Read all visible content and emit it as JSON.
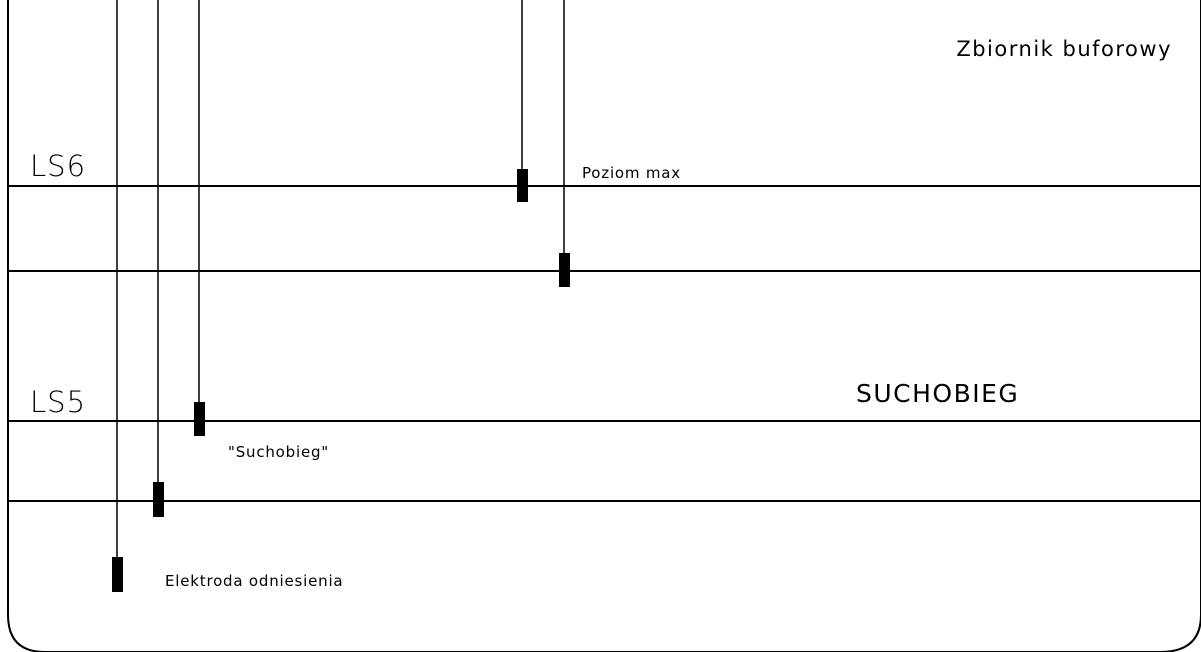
{
  "title": "Zbiornik buforowy",
  "levels": [
    {
      "id": "ls6",
      "label": "LS6"
    },
    {
      "id": "ls5",
      "label": "LS5"
    }
  ],
  "annotations": {
    "max": "Poziom max",
    "dry_run_quoted": "\"Suchobieg\"",
    "dry_run_zone": "SUCHOBIEG",
    "reference": "Elektroda odniesienia"
  },
  "colors": {
    "ink": "#000000",
    "background": "#ffffff"
  }
}
